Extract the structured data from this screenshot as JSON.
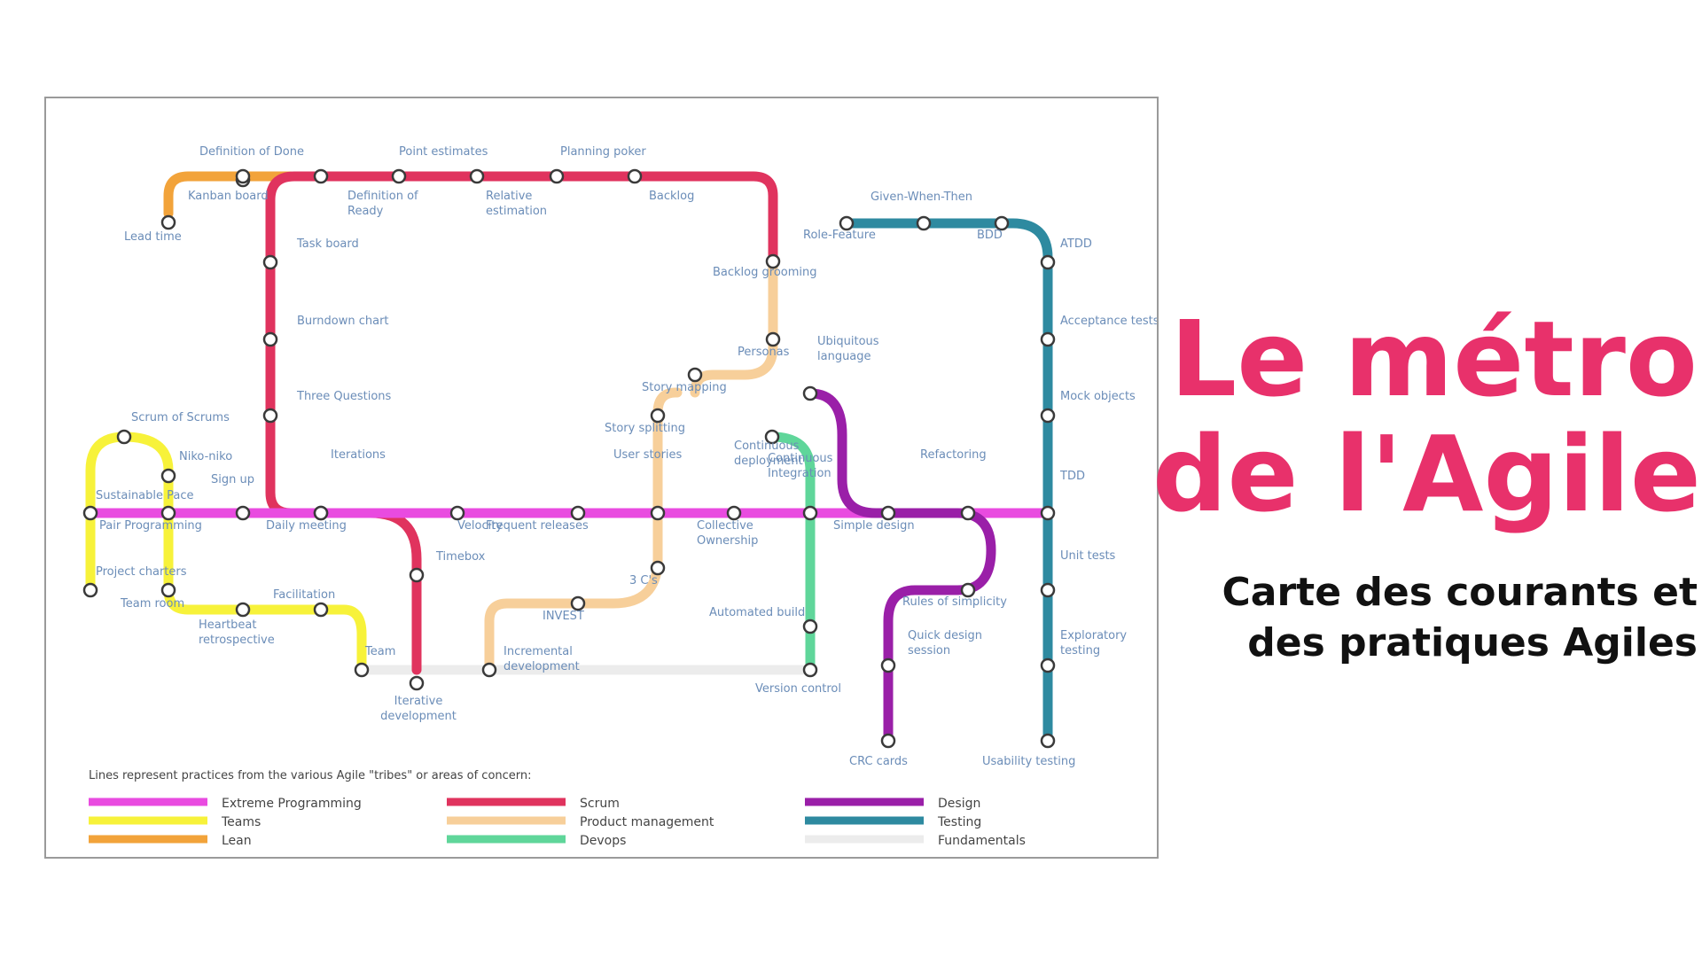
{
  "title": {
    "line1": "Le métro",
    "line2": "de l'Agile"
  },
  "subtitle": {
    "line1": "Carte des courants et",
    "line2": "des pratiques Agiles"
  },
  "colors": {
    "xp": "#e94be0",
    "teams": "#f7f23a",
    "lean": "#f2a33a",
    "scrum": "#e0335e",
    "product": "#f7cf9a",
    "devops": "#5fd69a",
    "design": "#9a1fa8",
    "testing": "#2e8aa0",
    "fundamentals": "#ececec"
  },
  "stations": [
    {
      "id": "lead-time",
      "label": "Lead time"
    },
    {
      "id": "kanban-board",
      "label": "Kanban board"
    },
    {
      "id": "definition-of-done",
      "label": "Definition of Done"
    },
    {
      "id": "definition-of-ready",
      "label": "Definition of Ready"
    },
    {
      "id": "point-estimates",
      "label": "Point estimates"
    },
    {
      "id": "relative-estimation",
      "label": "Relative estimation"
    },
    {
      "id": "planning-poker",
      "label": "Planning poker"
    },
    {
      "id": "backlog",
      "label": "Backlog"
    },
    {
      "id": "task-board",
      "label": "Task board"
    },
    {
      "id": "burndown-chart",
      "label": "Burndown chart"
    },
    {
      "id": "three-questions",
      "label": "Three Questions"
    },
    {
      "id": "iterations",
      "label": "Iterations"
    },
    {
      "id": "timebox",
      "label": "Timebox"
    },
    {
      "id": "iterative-development",
      "label": "Iterative development"
    },
    {
      "id": "backlog-grooming",
      "label": "Backlog grooming"
    },
    {
      "id": "personas",
      "label": "Personas"
    },
    {
      "id": "story-mapping",
      "label": "Story mapping"
    },
    {
      "id": "story-splitting",
      "label": "Story splitting"
    },
    {
      "id": "user-stories",
      "label": "User stories"
    },
    {
      "id": "three-cs",
      "label": "3 C's"
    },
    {
      "id": "invest",
      "label": "INVEST"
    },
    {
      "id": "incremental-development",
      "label": "Incremental development"
    },
    {
      "id": "role-feature",
      "label": "Role-Feature"
    },
    {
      "id": "given-when-then",
      "label": "Given-When-Then"
    },
    {
      "id": "bdd",
      "label": "BDD"
    },
    {
      "id": "atdd",
      "label": "ATDD"
    },
    {
      "id": "acceptance-tests",
      "label": "Acceptance tests"
    },
    {
      "id": "mock-objects",
      "label": "Mock objects"
    },
    {
      "id": "tdd",
      "label": "TDD"
    },
    {
      "id": "unit-tests",
      "label": "Unit tests"
    },
    {
      "id": "exploratory-testing",
      "label": "Exploratory testing"
    },
    {
      "id": "usability-testing",
      "label": "Usability testing"
    },
    {
      "id": "ubiquitous-language",
      "label": "Ubiquitous language"
    },
    {
      "id": "refactoring",
      "label": "Refactoring"
    },
    {
      "id": "simple-design",
      "label": "Simple design"
    },
    {
      "id": "rules-of-simplicity",
      "label": "Rules of simplicity"
    },
    {
      "id": "quick-design-session",
      "label": "Quick design session"
    },
    {
      "id": "crc-cards",
      "label": "CRC cards"
    },
    {
      "id": "continuous-deployment",
      "label": "Continuous deployment"
    },
    {
      "id": "continuous-integration",
      "label": "Continuous Integration"
    },
    {
      "id": "collective-ownership",
      "label": "Collective Ownership"
    },
    {
      "id": "automated-build",
      "label": "Automated build"
    },
    {
      "id": "version-control",
      "label": "Version control"
    },
    {
      "id": "scrum-of-scrums",
      "label": "Scrum of Scrums"
    },
    {
      "id": "niko-niko",
      "label": "Niko-niko"
    },
    {
      "id": "sign-up",
      "label": "Sign up"
    },
    {
      "id": "sustainable-pace",
      "label": "Sustainable Pace"
    },
    {
      "id": "pair-programming",
      "label": "Pair Programming"
    },
    {
      "id": "daily-meeting",
      "label": "Daily meeting"
    },
    {
      "id": "velocity",
      "label": "Velocity"
    },
    {
      "id": "frequent-releases",
      "label": "Frequent releases"
    },
    {
      "id": "project-charters",
      "label": "Project charters"
    },
    {
      "id": "team-room",
      "label": "Team room"
    },
    {
      "id": "facilitation",
      "label": "Facilitation"
    },
    {
      "id": "heartbeat-retrospective",
      "label": "Heartbeat retrospective"
    },
    {
      "id": "team",
      "label": "Team"
    }
  ],
  "legend": {
    "intro": "Lines represent practices from the various Agile \"tribes\" or areas of concern:",
    "items": [
      {
        "key": "xp",
        "label": "Extreme Programming"
      },
      {
        "key": "teams",
        "label": "Teams"
      },
      {
        "key": "lean",
        "label": "Lean"
      },
      {
        "key": "scrum",
        "label": "Scrum"
      },
      {
        "key": "product",
        "label": "Product management"
      },
      {
        "key": "devops",
        "label": "Devops"
      },
      {
        "key": "design",
        "label": "Design"
      },
      {
        "key": "testing",
        "label": "Testing"
      },
      {
        "key": "fundamentals",
        "label": "Fundamentals"
      }
    ]
  }
}
